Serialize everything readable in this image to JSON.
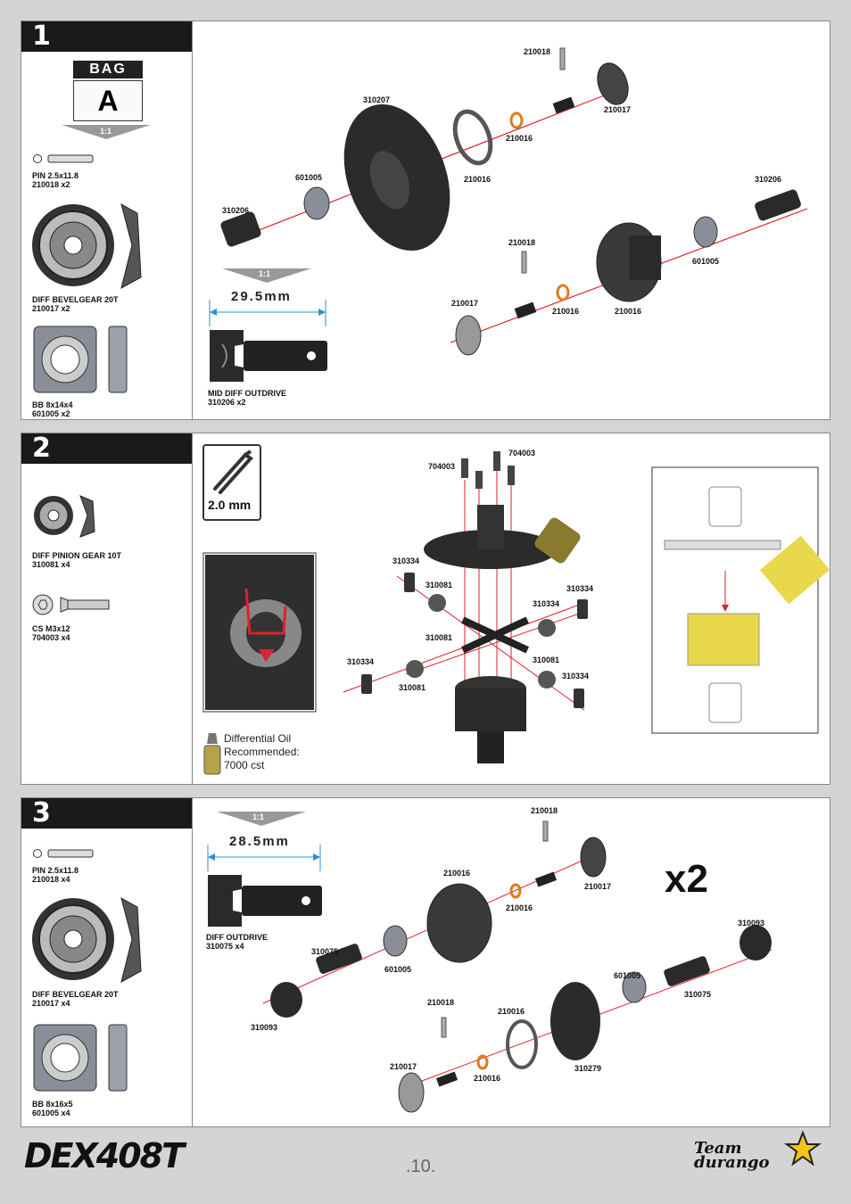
{
  "page_number": ".10.",
  "footer": {
    "model_logo": "DEX408T",
    "brand_logo": "Team durango"
  },
  "step1": {
    "number": "1",
    "bag_label": "BAG",
    "bag_letter": "A",
    "bag_scale": "1:1",
    "parts": [
      {
        "name": "PIN  2.5x11.8",
        "code": "210018  x2"
      },
      {
        "name": "DIFF BEVELGEAR 20T",
        "code": "210017  x2"
      },
      {
        "name": "BB  8x14x4",
        "code": "601005 x2"
      }
    ],
    "scale_label": "1:1",
    "measurement": "29.5mm",
    "outdrive_name": "MID DIFF OUTDRIVE",
    "outdrive_code": "310206 x2",
    "callouts": [
      "210018",
      "310207",
      "210017",
      "210016",
      "601005",
      "210016",
      "310206",
      "310206",
      "210018",
      "601005",
      "210017",
      "210016",
      "210016"
    ]
  },
  "step2": {
    "number": "2",
    "parts": [
      {
        "name": "DIFF PINION GEAR 10T",
        "code": "310081  x4"
      },
      {
        "name": "CS M3x12",
        "code": "704003  x4"
      }
    ],
    "hex_tool": "2.0 mm",
    "callouts": [
      "704003",
      "704003",
      "310334",
      "310081",
      "310334",
      "310081",
      "310334",
      "310334",
      "310081",
      "310081",
      "310334"
    ],
    "oil_line1": "Differential Oil",
    "oil_line2": "Recommended:",
    "oil_line3": "7000 cst"
  },
  "step3": {
    "number": "3",
    "parts": [
      {
        "name": "PIN  2.5x11.8",
        "code": "210018  x4"
      },
      {
        "name": "DIFF BEVELGEAR 20T",
        "code": "210017  x4"
      },
      {
        "name": "BB  8x16x5",
        "code": "601005  x4"
      }
    ],
    "scale_label": "1:1",
    "measurement": "28.5mm",
    "outdrive_name": "DIFF OUTDRIVE",
    "outdrive_code": "310075 x4",
    "multiplier": "x2",
    "callouts": [
      "210018",
      "210016",
      "210017",
      "210016",
      "310093",
      "310075",
      "601005",
      "601005",
      "310075",
      "310093",
      "210018",
      "210016",
      "310279",
      "210017",
      "210016"
    ]
  },
  "colors": {
    "black_header": "#1a1a1a",
    "axis_red": "#d9232e",
    "bearing_gray": "#8a8e99",
    "oil_yellow": "#e8d84a",
    "washer_orange": "#e07a1f"
  }
}
